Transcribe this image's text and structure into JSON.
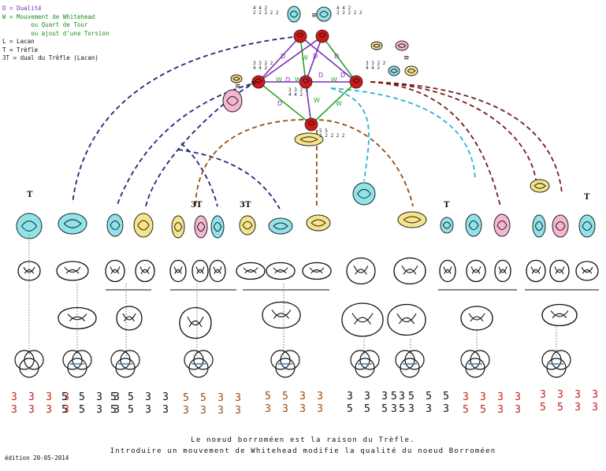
{
  "legend": [
    {
      "text": "D = Dualité",
      "color": "purple"
    },
    {
      "text": "W = Mouvement de Whitehead",
      "color": "green"
    },
    {
      "text": "        ou Quart de Tour",
      "color": "green"
    },
    {
      "text": "        ou ajout d'une Torsion",
      "color": "green"
    },
    {
      "text": "L = Lacan",
      "color": "black"
    },
    {
      "text": "T = Trèfle",
      "color": "black"
    },
    {
      "text": "3T = dual du Trèfle (Lacan)",
      "color": "black"
    }
  ],
  "colors": {
    "red": "#c81e1e",
    "purple": "#7b2fb5",
    "green": "#2ca02c",
    "navy": "#1f2a7a",
    "brown": "#9a4a14",
    "cyan": "#2bb3d9",
    "darkred": "#7a1a1a",
    "knot_cyan": "#8fe3ea",
    "knot_pink": "#f4b6d2",
    "knot_yellow": "#f7e48a",
    "node_red": "#d01818"
  },
  "graph": {
    "edge_labels": [
      "D",
      "W",
      "D",
      "D",
      "W",
      "D",
      "D",
      "D",
      "W",
      "D",
      "W",
      "W",
      "D",
      "W"
    ],
    "equals": [
      "≡",
      "≡",
      "≡",
      "≡"
    ]
  },
  "tiny_labels": [
    {
      "text": "4 4 2\n2 2 2 2 2"
    },
    {
      "text": "4 4 2\n2 2 2 2 2"
    },
    {
      "text": "3 3 2 2\n4 4 2"
    },
    {
      "text": "3 3 2 2\n4 4 2"
    },
    {
      "text": "3 3 2 2\n4 4 2"
    },
    {
      "text": "5 5\n2 2 2 2 2"
    }
  ],
  "top_labels": [
    "T",
    "3T",
    "3T",
    "T",
    "T"
  ],
  "numbers": [
    {
      "lines": [
        "3 3 3 3",
        "3 3 3 3"
      ],
      "color": "red"
    },
    {
      "lines": [
        "5 5 3 3",
        "5 5 3 3"
      ],
      "color": "black"
    },
    {
      "lines": [
        "5 5 3 3",
        "5 5 3 3"
      ],
      "color": "black"
    },
    {
      "lines": [
        "5 5 3 3",
        "3 3 3 3"
      ],
      "color": "brown"
    },
    {
      "lines": [
        "5 5 3 3",
        "3 3 3 3"
      ],
      "color": "brown"
    },
    {
      "lines": [
        "3 3 3 3",
        "5 5 5 5"
      ],
      "color": "black"
    },
    {
      "lines": [
        "5 5 5 5",
        "3 3 3 3"
      ],
      "color": "black"
    },
    {
      "lines": [
        "3 3 3 3",
        "5 5 3 3"
      ],
      "color": "red"
    },
    {
      "lines": [
        "3 3 3 3",
        "5 5 3 3"
      ],
      "color": "red"
    }
  ],
  "captions": {
    "line1": "Le noeud borroméen est la raison du Trèfle.",
    "line2": "Introduire un mouvement de Whitehead modifie la qualité du noeud Borroméen",
    "edition": "édition 20-05-2014"
  }
}
